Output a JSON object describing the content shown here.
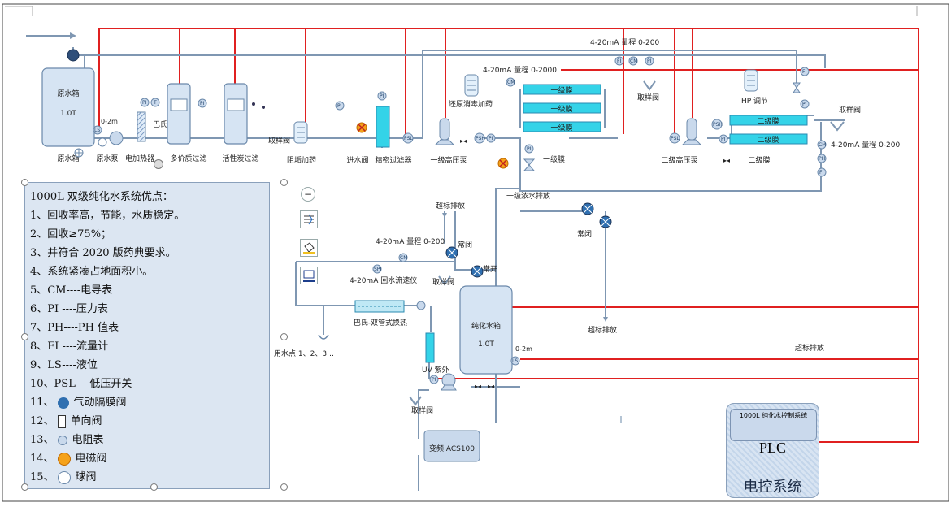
{
  "labels": {
    "raw_tank_name": "原水箱",
    "raw_tank_cap": "1.0T",
    "raw_tank_below": "原水箱",
    "raw_pump": "原水泵",
    "heater": "电加热器",
    "pasteur": "巴氏",
    "level_02": "0-2m",
    "multi_filter": "多价质过滤",
    "carbon_filter": "活性炭过滤",
    "sample_valve": "取样阀",
    "scale_dosing": "阻垢加药",
    "inlet_valve": "进水阀",
    "precision_filter": "精密过滤器",
    "hp_pump1": "一级高压泵",
    "reductant_dosing": "还原消毒加药",
    "cm_flow_2000": "4-20mA 量程 0-2000",
    "membrane1": "一级膜",
    "membrane1_label": "一级膜",
    "membrane1_conc": "一级浓水排放",
    "cm_flow_200_top": "4-20mA 量程 0-200",
    "sample_valve2": "取样阀",
    "hp_pump2": "二级高压泵",
    "hp_adjust": "HP 调节",
    "membrane2": "二级膜",
    "membrane2_label": "二级膜",
    "sample_valve3": "取样阀",
    "cm_flow_200_right": "4-20mA 量程 0-200",
    "overflow1": "超标排放",
    "normally_closed1": "常闭",
    "normally_closed2": "常闭",
    "normally_open": "常开",
    "cm_flow_200_mid": "4-20mA 量程 0-200",
    "return_flow": "4-20mA 回水流速仪",
    "sample_valve4": "取样阀",
    "heat_exchanger": "巴氏-双管式换热",
    "use_points": "用水点 1、2、3…",
    "pure_tank_name": "纯化水箱",
    "pure_tank_cap": "1.0T",
    "level_02b": "0-2m",
    "overflow2": "超标排放",
    "overflow3": "超标排放",
    "uv": "UV 紫外",
    "sample_valve5": "取样阀",
    "vfd": "变频 ACS100"
  },
  "instrument_tags": {
    "pi": "PI",
    "t": "T",
    "cm": "CM",
    "fi": "FI",
    "ph": "PH",
    "psl": "PSL",
    "psh": "PSH",
    "ls": "LS",
    "sp": "SPI"
  },
  "notes": {
    "title": "1000L 双级纯化水系统优点：",
    "items": [
      "1、回收率高，节能，水质稳定。",
      "2、回收≥75%；",
      "3、并符合 2020 版药典要求。",
      "4、系统紧凑占地面积小。",
      "5、CM----电导表",
      "6、PI    ----压力表",
      "7、PH----PH 值表",
      "8、FI ----流量计",
      "9、LS----液位",
      "10、PSL----低压开关"
    ],
    "legend": [
      {
        "num": "11、",
        "label": "气动隔膜阀",
        "icon": "pneumatic-valve"
      },
      {
        "num": "12、",
        "label": "单向阀",
        "icon": "check-valve"
      },
      {
        "num": "13、",
        "label": "电阻表",
        "icon": "resistivity-meter"
      },
      {
        "num": "14、",
        "label": "电磁阀",
        "icon": "solenoid-valve"
      },
      {
        "num": "15、",
        "label": "球阀",
        "icon": "ball-valve"
      }
    ]
  },
  "plc": {
    "header": "1000L 纯化水控制系统",
    "title": "PLC",
    "subtitle": "电控系统"
  },
  "side_buttons": {
    "collapse": "−"
  },
  "colors": {
    "pipe": "#7f97b2",
    "signal": "#e02020",
    "membrane": "#34d3e8",
    "note_bg": "#dce6f2"
  }
}
